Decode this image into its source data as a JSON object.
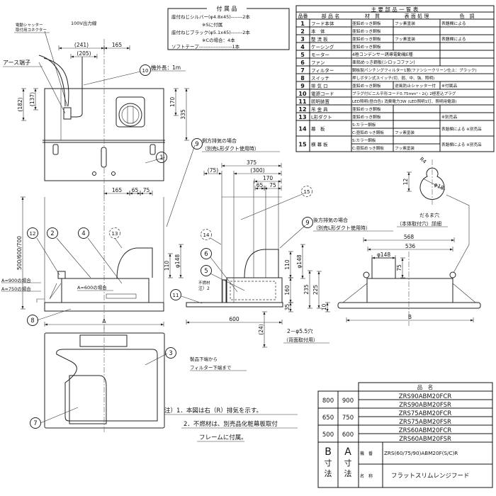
{
  "accessories": {
    "title": "付 属 品",
    "lines": [
      "座付ねじシルバー(φ4.8x45)-------2本",
      "※Sに付属",
      "座付ねじブラック(φ5.1x45)-------2本",
      "※Cの場合：4本",
      "ソフトテープ--------------------1本"
    ]
  },
  "parts_table": {
    "title": "主 要 部 品 一 覧 表",
    "headers": [
      "品番",
      "部 品 名",
      "材　質",
      "表 面 処 理",
      "色　調"
    ],
    "rows": [
      {
        "no": "1",
        "name": "フード本体",
        "material": "亜鉛めっき鋼板",
        "finish": "フッ素塗装",
        "color": "表題欄による"
      },
      {
        "no": "2",
        "name": "本　体",
        "material": "亜鉛めっき鋼板",
        "finish": "",
        "color": ""
      },
      {
        "no": "3",
        "name": "整 流 板",
        "material": "亜鉛めっき鋼板",
        "finish": "フッ素塗装",
        "color": "表題欄による"
      },
      {
        "no": "4",
        "name": "ケーシング",
        "material": "亜鉛めっき鋼板",
        "finish": "",
        "color": ""
      },
      {
        "no": "5",
        "name": "モーター",
        "wide": "4極コンデンサー誘導電動機E種",
        "color": ""
      },
      {
        "no": "6",
        "name": "ファン",
        "wide": "亜鉛めっき鋼板(シロッコファン)",
        "color": ""
      },
      {
        "no": "7",
        "name": "フィルター",
        "full": "鋼板製パンチングフィルター1層(ファンシークリーン仕上：ブラック)"
      },
      {
        "no": "8",
        "name": "スイッチ",
        "full": "押しボタン式スイッチ(切、弱、中、強、照明)"
      },
      {
        "no": "9",
        "name": "排 気 口",
        "material": "亜鉛めっき鋼板",
        "finish": "逆風防止シャッター付",
        "color": "※付属品"
      },
      {
        "no": "10",
        "name": "電源コード",
        "full": "プラグ付ビニル平形コード0.75mm²・2心 2極差込プラグ"
      },
      {
        "no": "11",
        "name": "照明装置",
        "full": "LED照明(昼白色) 消費電力3W (LED照明1灯、照明用電源)"
      },
      {
        "no": "12",
        "name": "吊 金 具",
        "material": "亜鉛めっき鋼板",
        "finish": "",
        "color": ""
      },
      {
        "no": "13",
        "name": "L形ダクト",
        "material": "亜鉛めっき鋼板",
        "finish": "",
        "color": "※別売品"
      },
      {
        "no": "14",
        "name": "幕　板",
        "sub": [
          {
            "material": "S:カラー鋼板",
            "finish": ""
          },
          {
            "material": "C:亜鉛めっき鋼板",
            "finish": "フッ素塗装"
          }
        ],
        "color": "表題欄による ※別売品"
      },
      {
        "no": "15",
        "name": "横 幕 板",
        "sub": [
          {
            "material": "S:カラー鋼板",
            "finish": ""
          },
          {
            "material": "C:亜鉛めっき鋼板",
            "finish": "フッ素塗装"
          }
        ],
        "color": "表題欄による ※別売品"
      }
    ]
  },
  "title_block": {
    "header": "品　名",
    "groups": [
      {
        "b": "800",
        "a": "900",
        "models": [
          "ZRS90ABM20FCR",
          "ZRS90ABM20FSR"
        ]
      },
      {
        "b": "650",
        "a": "750",
        "models": [
          "ZRS75ABM20FCR",
          "ZRS75ABM20FSR"
        ]
      },
      {
        "b": "500",
        "a": "600",
        "models": [
          "ZRS60ABM20FCR",
          "ZRS60ABM20FSR"
        ]
      }
    ],
    "b_label": [
      "B",
      "寸",
      "法"
    ],
    "a_label": [
      "A",
      "寸",
      "法"
    ],
    "model_no_label": "機　番",
    "model_no": "ZRS(60/75/90)ABM20F(S/C)R",
    "name_label": "名　称",
    "name": "フラットスリムレンジフード"
  },
  "notes": [
    "注）1．本図は右（R）排気を示す。",
    "2．不燃材は、別売品化粧幕板取付",
    "フレームに付属。"
  ],
  "labels": {
    "connector": [
      "電動シャッター",
      "取付用コネクター"
    ],
    "output_wire": "100V出力線",
    "earth": "アース端子",
    "cord_length": "機外長：1m",
    "a900": "A=900の場合",
    "a750": "A=750の場合",
    "a600": "A=600の場合",
    "side_exhaust": [
      "側方排気の場合",
      "（別売L形ダクト使用時）"
    ],
    "rear_exhaust": [
      "後方排気の場合",
      "（別売L形ダクト使用時）"
    ],
    "nonflammable": [
      "不燃材",
      "注）2"
    ],
    "keyhole": [
      "だるま穴",
      "（本体取付穴）詳細"
    ],
    "rear_holes": [
      "2－φ5.5穴",
      "（背面取付用）"
    ],
    "filter_bottom": [
      "製品下端から",
      "フィルター下端まで"
    ]
  },
  "dims": {
    "top": {
      "d241": "(241)",
      "d205": "(205)",
      "d165": "165",
      "d182": "(182)",
      "d137": "(137)",
      "d170": "170",
      "d335": "335"
    },
    "front": {
      "d165": "165",
      "d65": "65",
      "d75": "75",
      "height": "500/600/700",
      "a": "A"
    },
    "side": {
      "d375": "375",
      "d75p": "(75)",
      "d300": "(300)",
      "d170": "170",
      "d65": "65",
      "d75": "75",
      "d110l": "110",
      "phi148l": "φ148",
      "phi148r": "φ148",
      "d110r": "110",
      "d160": "160",
      "d35": "35",
      "d235": "235",
      "d225": "225",
      "d600": "600",
      "d24": "(24)"
    },
    "right": {
      "d568": "568",
      "d536": "536",
      "phi148": "φ148",
      "d75": "75",
      "d10": "10",
      "b": "B"
    },
    "detail": {
      "r4": "R4",
      "d12": "12",
      "phi18": "φ18"
    }
  },
  "callouts": [
    "1",
    "2",
    "3",
    "4",
    "5",
    "6",
    "7",
    "8",
    "9",
    "10",
    "11",
    "12",
    "13",
    "14",
    "15"
  ]
}
